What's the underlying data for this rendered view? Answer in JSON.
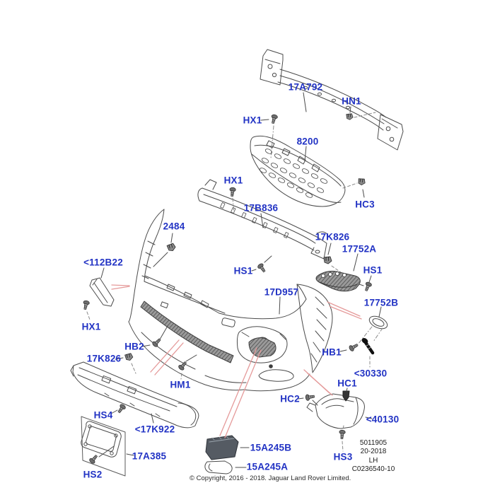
{
  "colors": {
    "callout_blue": "#2233c4",
    "leader_pink": "#e59a9a",
    "line_art": "#4b4b4b",
    "dark_fill": "#5f5f5f"
  },
  "diagram": {
    "callouts": {
      "c17a792": "17A792",
      "hn1": "HN1",
      "hx1_top": "HX1",
      "c8200": "8200",
      "hx1_mid": "HX1",
      "c17b836": "17B836",
      "hc3": "HC3",
      "c2484": "2484",
      "c17k826_r": "17K826",
      "c17752a": "17752A",
      "c112b22": "<112B22",
      "hs1_l": "HS1",
      "hs1_r": "HS1",
      "c17d957": "17D957",
      "c17752b": "17752B",
      "hx1_bot": "HX1",
      "hb2": "HB2",
      "hb1": "HB1",
      "c17k826_l": "17K826",
      "c30330": "<30330",
      "hc1": "HC1",
      "hm1": "HM1",
      "hc2": "HC2",
      "hs4": "HS4",
      "c40130": "<40130",
      "c17k922": "<17K922",
      "c15a245b": "15A245B",
      "c17a385": "17A385",
      "hs3": "HS3",
      "c15a245a": "15A245A",
      "hs2": "HS2"
    },
    "plate_info": {
      "line1": "5011905",
      "line2": "20-2018",
      "line3": "LH",
      "line4": "C0236540-10"
    },
    "copyright": "© Copyright, 2016 - 2018. Jaguar Land Rover Limited."
  }
}
